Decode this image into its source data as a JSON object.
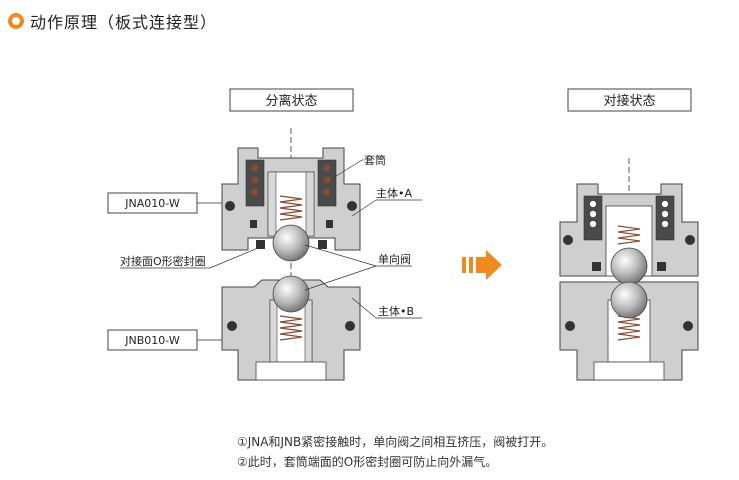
{
  "page_title": "动作原理（板式连接型）",
  "colors": {
    "accent": "#f08a1c",
    "body_gray": "#cfcfcf",
    "dark_gray": "#4a4a4a",
    "spring_brown": "#8a4a32"
  },
  "icons": {
    "title": "circle-bullet-icon",
    "arrow": "double-bar-arrow-icon"
  },
  "diagram": {
    "separated_label": "分离状态",
    "connected_label": "对接状态",
    "part_a_model": "JNA010-W",
    "part_b_model": "JNB010-W",
    "callouts": {
      "sleeve": "套筒",
      "body_a": "主体•A",
      "check_valve": "单向阀",
      "body_b": "主体•B",
      "o_ring": "对接面O形密封圈"
    }
  },
  "notes": [
    "①JNA和JNB紧密接触时，单向阀之间相互挤压，阀被打开。",
    "②此时，套筒端面的O形密封圈可防止向外漏气。"
  ]
}
